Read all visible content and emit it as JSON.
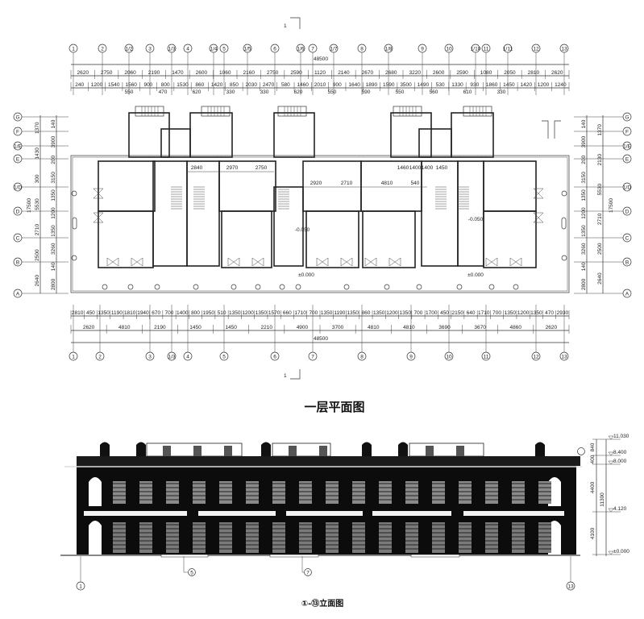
{
  "plan": {
    "title": "一层平面图",
    "section_mark": "1",
    "total_width": "48500",
    "total_depth": "17500",
    "top_axes": [
      "1",
      "2",
      "1/2",
      "3",
      "1/3",
      "4",
      "1/4",
      "5",
      "1/5",
      "6",
      "1/6",
      "7",
      "1/7",
      "8",
      "1/8",
      "9",
      "10",
      "1/10",
      "11",
      "1/11",
      "12",
      "13"
    ],
    "bottom_axes": [
      "1",
      "2",
      "3",
      "1/3",
      "4",
      "5",
      "6",
      "7",
      "8",
      "9",
      "10",
      "11",
      "12",
      "13"
    ],
    "top_dims_row1": [
      "2620",
      "2750",
      "2060",
      "2190",
      "1470",
      "2600",
      "1060",
      "2160",
      "2750",
      "2590",
      "1120",
      "2140",
      "2670",
      "2680",
      "3220",
      "2600",
      "2590",
      "1080",
      "2050",
      "2810",
      "2620"
    ],
    "top_dims_row2": [
      "240",
      "1200",
      "1540",
      "1560",
      "900",
      "800",
      "1530",
      "860",
      "1420",
      "850",
      "2030",
      "2470",
      "580",
      "1460",
      "2010",
      "900",
      "1640",
      "1890",
      "1590",
      "3500",
      "1490",
      "530",
      "1330",
      "930",
      "1860",
      "1450",
      "1420",
      "1200",
      "1240"
    ],
    "top_dims_row3": [
      "550",
      "470",
      "620",
      "330",
      "330",
      "620",
      "550",
      "590",
      "550",
      "560",
      "610",
      "330"
    ],
    "bottom_dims_row1": [
      "2810",
      "450",
      "1350",
      "1190",
      "1810",
      "1940",
      "670",
      "700",
      "1400",
      "800",
      "1950",
      "510",
      "1350",
      "1200",
      "1350",
      "1570",
      "660",
      "1710",
      "700",
      "1350",
      "1190",
      "1350",
      "860",
      "1350",
      "1200",
      "1350",
      "700",
      "1700",
      "450",
      "2150",
      "640",
      "1710",
      "700",
      "1350",
      "1200",
      "1350",
      "470",
      "2930"
    ],
    "bottom_dims_row2": [
      "2620",
      "4810",
      "2190",
      "1450",
      "1450",
      "2210",
      "4900",
      "3700",
      "4810",
      "4810",
      "3690",
      "3670",
      "4860",
      "2620"
    ],
    "side_axes": [
      "G",
      "F",
      "1/E",
      "E",
      "1/D",
      "D",
      "C",
      "B",
      "A"
    ],
    "left_dims_outer": [
      "1370",
      "1430",
      "300",
      "5530",
      "2710",
      "2500",
      "2640"
    ],
    "left_dims_inner": [
      "140",
      "3900",
      "200",
      "3150",
      "1350",
      "1200",
      "1350",
      "3260",
      "140",
      "2800"
    ],
    "right_dims_outer": [
      "1370",
      "2130",
      "5530",
      "2710",
      "2500",
      "2640"
    ],
    "right_dims_inner": [
      "140",
      "3900",
      "200",
      "3150",
      "1350",
      "1200",
      "1350",
      "3260",
      "140",
      "2800"
    ],
    "interior_dims": [
      "2840",
      "2970",
      "2750",
      "2920",
      "2710",
      "4810",
      "540",
      "1460",
      "1400",
      "1400",
      "1450"
    ],
    "levels": [
      "-0.050",
      "±0.000",
      "-0.050",
      "±0.000"
    ]
  },
  "elevation": {
    "title": "①-⑬立面图",
    "axis_left": "1",
    "axis_right": "13",
    "callouts": [
      "5",
      "7"
    ],
    "levels": [
      "11.030",
      "8.400",
      "8.000",
      "4.120",
      "±0.000"
    ],
    "dims": [
      "840",
      "400",
      "4400",
      "4100",
      "11300"
    ]
  }
}
